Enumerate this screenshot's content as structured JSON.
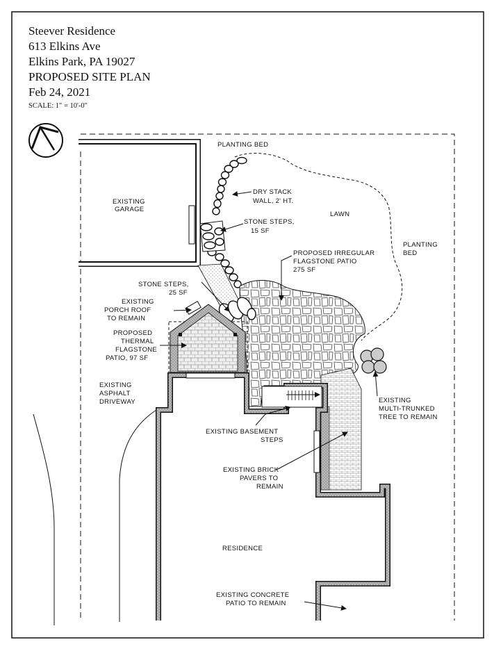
{
  "title_block": {
    "line1": "Steever Residence",
    "line2": "613 Elkins Ave",
    "line3": "Elkins Park, PA 19027",
    "line4": "PROPOSED SITE PLAN",
    "line5": "Feb 24, 2021",
    "scale": "SCALE: 1\" = 10'-0\""
  },
  "labels": {
    "planting_bed_top": "PLANTING BED",
    "existing_garage_1": "EXISTING",
    "existing_garage_2": "GARAGE",
    "dry_stack_1": "DRY STACK",
    "dry_stack_2": "WALL, 2' HT.",
    "lawn": "LAWN",
    "stone_steps_15_1": "STONE STEPS,",
    "stone_steps_15_2": "15 SF",
    "planting_bed_right_1": "PLANTING",
    "planting_bed_right_2": "BED",
    "flagstone_1": "PROPOSED IRREGULAR",
    "flagstone_2": "FLAGSTONE PATIO",
    "flagstone_3": "275 SF",
    "stone_steps_25_1": "STONE STEPS,",
    "stone_steps_25_2": "25 SF",
    "porch_roof_1": "EXISTING",
    "porch_roof_2": "PORCH ROOF",
    "porch_roof_3": "TO REMAIN",
    "thermal_1": "PROPOSED",
    "thermal_2": "THERMAL",
    "thermal_3": "FLAGSTONE",
    "thermal_4": "PATIO, 97 SF",
    "driveway_1": "EXISTING",
    "driveway_2": "ASPHALT",
    "driveway_3": "DRIVEWAY",
    "tree_1": "EXISTING",
    "tree_2": "MULTI-TRUNKED",
    "tree_3": "TREE TO REMAIN",
    "basement_1": "EXISTING BASEMENT",
    "basement_2": "STEPS",
    "brick_1": "EXISTING BRICK",
    "brick_2": "PAVERS TO",
    "brick_3": "REMAIN",
    "residence": "RESIDENCE",
    "concrete_1": "EXISTING CONCRETE",
    "concrete_2": "PATIO TO REMAIN"
  },
  "icons": {
    "north_arrow": "north-arrow-icon"
  }
}
